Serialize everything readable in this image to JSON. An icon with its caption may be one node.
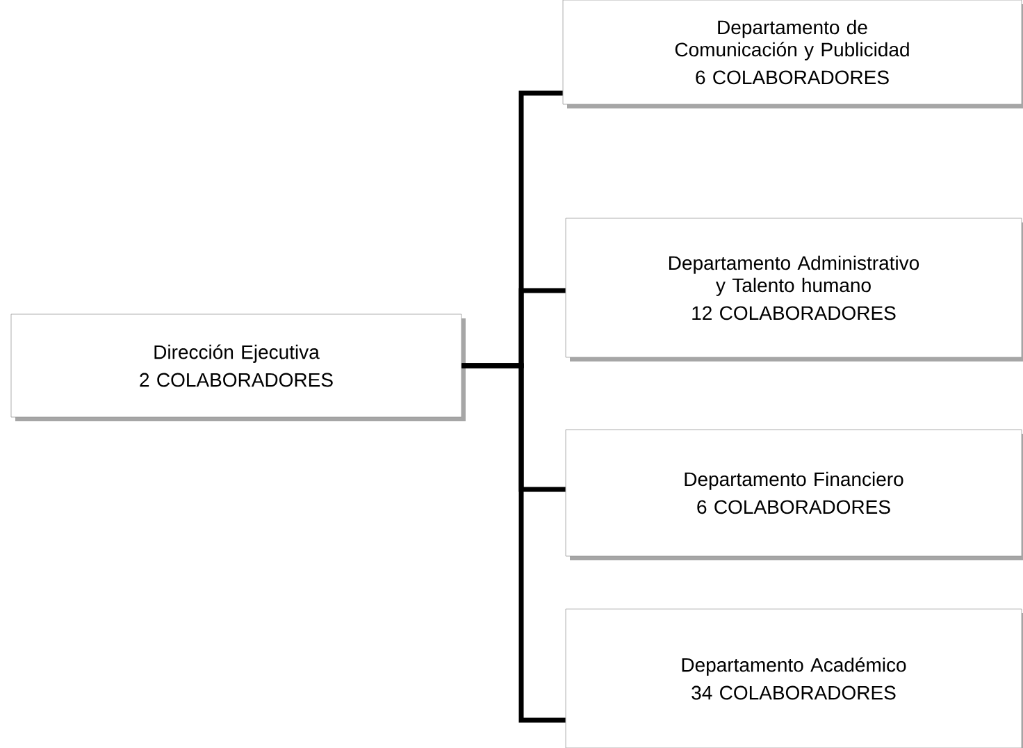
{
  "diagram": {
    "nodes": [
      {
        "text": [
          "Dirección Ejecutiva",
          "2 COLABORADORES"
        ]
      },
      {
        "text": [
          "Departamento de Comunicación y Publicidad",
          "6 COLABORADORES"
        ]
      },
      {
        "text": [
          "Departamento Administrativo y Talento humano",
          "12 COLABORADORES"
        ]
      },
      {
        "text": [
          "Departamento Financiero",
          "6 COLABORADORES"
        ]
      },
      {
        "text": [
          "Departamento Académico",
          "34 COLABORADORES"
        ]
      }
    ],
    "edges": [
      {
        "from": 0,
        "to": 1,
        "arrow": "none"
      },
      {
        "from": 0,
        "to": 2,
        "arrow": "none"
      },
      {
        "from": 0,
        "to": 3,
        "arrow": "none"
      },
      {
        "from": 0,
        "to": 4,
        "arrow": "none"
      }
    ]
  }
}
